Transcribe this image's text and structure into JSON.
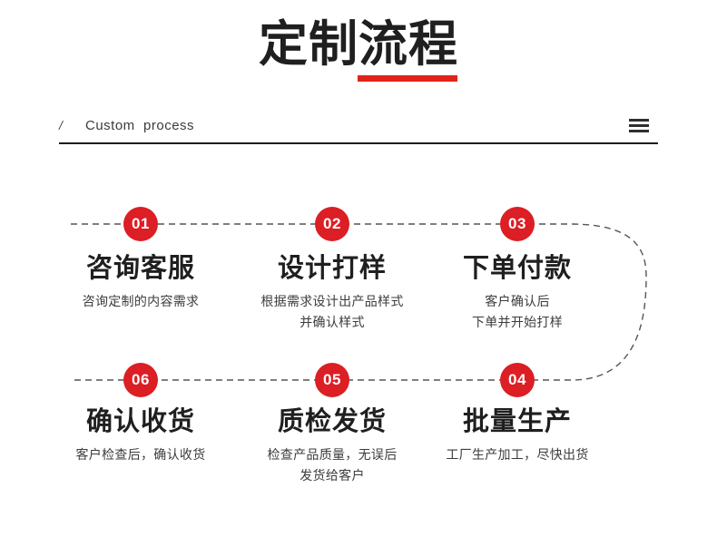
{
  "header": {
    "title_plain": "定制",
    "title_highlight": "流程",
    "slash": "/",
    "subtitle": "Custom  process",
    "menu_icon": "hamburger-menu-icon",
    "accent_color": "#dc1e25",
    "title_color": "#1f1f1f"
  },
  "flow": {
    "connector_style": "dashed",
    "connector_color": "#555555",
    "steps": [
      {
        "number": "01",
        "title": "咨询客服",
        "desc_lines": [
          "咨询定制的内容需求"
        ]
      },
      {
        "number": "02",
        "title": "设计打样",
        "desc_lines": [
          "根据需求设计出产品样式",
          "并确认样式"
        ]
      },
      {
        "number": "03",
        "title": "下单付款",
        "desc_lines": [
          "客户确认后",
          "下单并开始打样"
        ]
      },
      {
        "number": "04",
        "title": "批量生产",
        "desc_lines": [
          "工厂生产加工，尽快出货"
        ]
      },
      {
        "number": "05",
        "title": "质检发货",
        "desc_lines": [
          "检查产品质量，无误后",
          "发货给客户"
        ]
      },
      {
        "number": "06",
        "title": "确认收货",
        "desc_lines": [
          "客户检查后，确认收货"
        ]
      }
    ]
  }
}
